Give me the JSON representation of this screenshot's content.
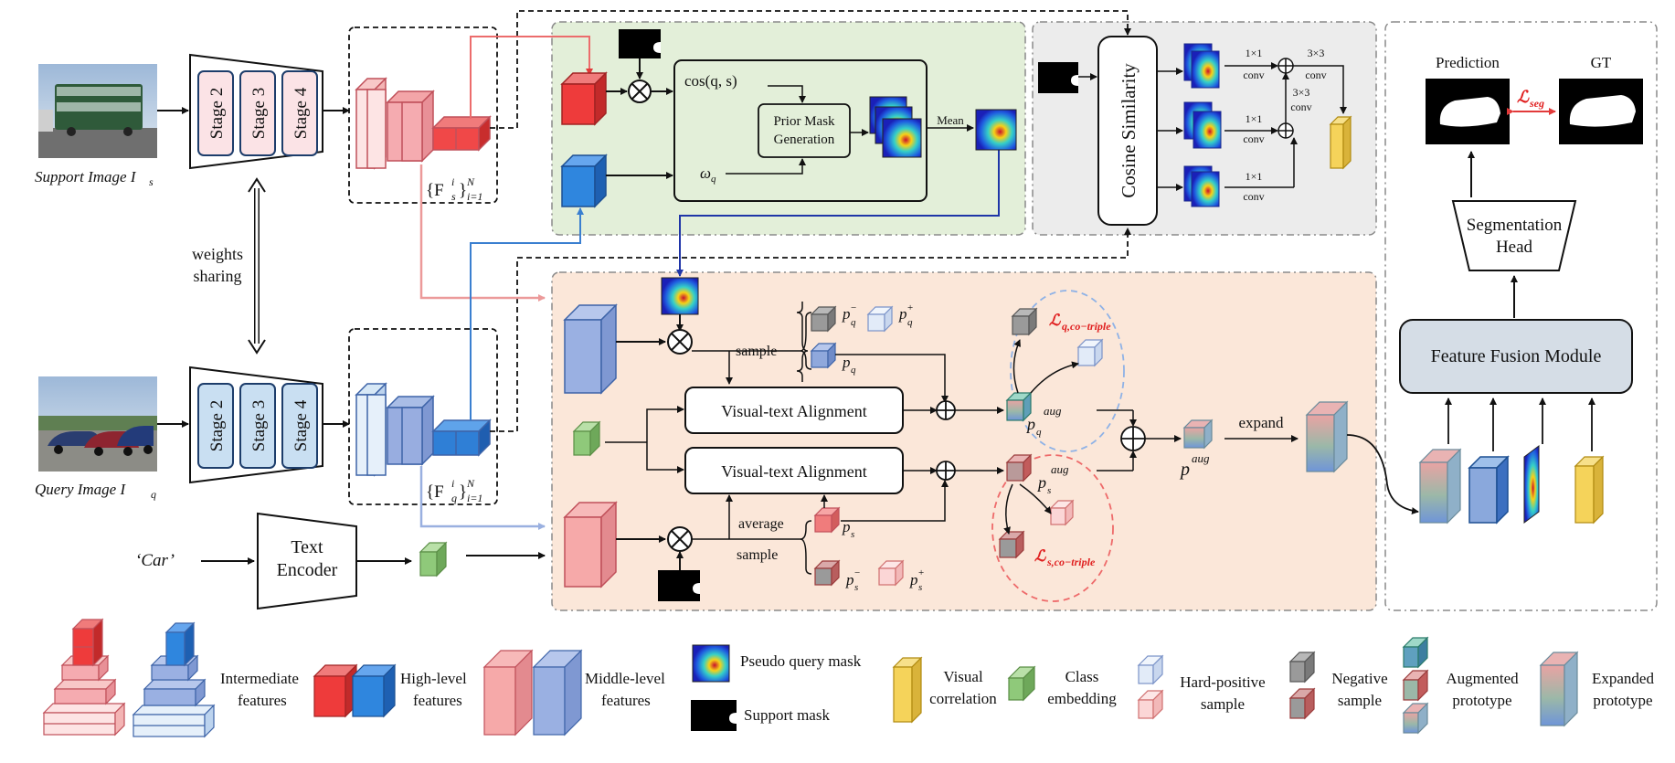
{
  "colors": {
    "red": "#e8423f",
    "blue": "#2f7fd6",
    "pink": "#f4a6a6",
    "lightblue": "#c9dff2",
    "midblue": "#8fa8dc",
    "green_bg": "#e3efd9",
    "orange_bg": "#fbe7d9",
    "gray_bg": "#ececec",
    "yellow": "#f5d35a",
    "green": "#8fc97a"
  },
  "inputs": {
    "support_label": "Support Image I",
    "support_sub": "s",
    "query_label": "Query Image I",
    "query_sub": "q",
    "text_input": "‘Car’"
  },
  "encoder": {
    "stages": [
      "Stage 2",
      "Stage 3",
      "Stage 4"
    ],
    "weights_sharing": [
      "weights",
      "sharing"
    ],
    "text_encoder": [
      "Text",
      "Encoder"
    ]
  },
  "features": {
    "support_set": "{F",
    "support_sup": "i",
    "support_sub": "s",
    "set_sup_N": "N",
    "set_sub_i": "i=1",
    "query_sub": "q"
  },
  "prior": {
    "cos": "cos(q, s)",
    "omega": "ω",
    "omega_sub": "q",
    "prior_mask": [
      "Prior Mask",
      "Generation"
    ],
    "mean": "Mean"
  },
  "cosine": {
    "title": "Cosine Similarity",
    "conv1": "1×1",
    "conv_word": "conv",
    "conv3": "3×3"
  },
  "alignment": {
    "vta": "Visual-text Alignment",
    "sample": "sample",
    "average": "average",
    "expand": "expand",
    "p": "p",
    "q": "q",
    "s": "s",
    "aug": "aug",
    "minus": "−",
    "plus": "+",
    "loss_q": "ℒ",
    "loss_q_sub": "q,co−triple",
    "loss_s_sub": "s,co−triple"
  },
  "segmentation": {
    "prediction": "Prediction",
    "gt": "GT",
    "loss_seg": "ℒ",
    "loss_seg_sub": "seg",
    "head": [
      "Segmentation",
      "Head"
    ],
    "ffm": "Feature Fusion Module"
  },
  "legend": {
    "intermediate": [
      "Intermediate",
      "features"
    ],
    "high": [
      "High-level",
      "features"
    ],
    "middle": [
      "Middle-level",
      "features"
    ],
    "pseudo": "Pseudo query mask",
    "support_mask": "Support mask",
    "visual_corr": [
      "Visual",
      "correlation"
    ],
    "class_emb": [
      "Class",
      "embedding"
    ],
    "hard_pos": [
      "Hard-positive",
      "sample"
    ],
    "negative": [
      "Negative",
      "sample"
    ],
    "augmented": [
      "Augmented",
      "prototype"
    ],
    "expanded": [
      "Expanded",
      "prototype"
    ]
  }
}
